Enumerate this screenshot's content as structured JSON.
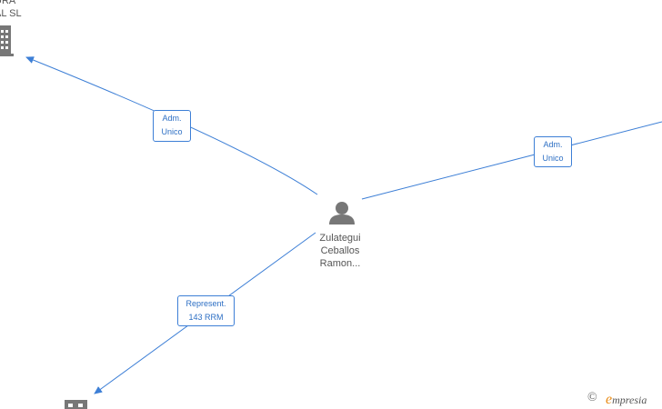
{
  "nodes": {
    "company_top_left": {
      "name_line1": "URA",
      "name_line2": "AL  SL",
      "icon": "building-icon"
    },
    "company_bottom": {
      "icon": "building-icon"
    },
    "person": {
      "name_lines": [
        "Zulategui",
        "Ceballos",
        "Ramon..."
      ],
      "icon": "person-icon"
    }
  },
  "edges": [
    {
      "id": "edge-top-left",
      "line1": "Adm.",
      "line2": "Unico"
    },
    {
      "id": "edge-right",
      "line1": "Adm.",
      "line2": "Unico"
    },
    {
      "id": "edge-bottom",
      "line1": "Represent.",
      "line2": "143 RRM"
    }
  ],
  "watermark": {
    "copyright": "©",
    "brand_initial": "e",
    "brand_rest": "mpresia"
  },
  "colors": {
    "edge": "#3d7fd6",
    "icon": "#777777",
    "text": "#555555",
    "brand": "#e98a13"
  }
}
